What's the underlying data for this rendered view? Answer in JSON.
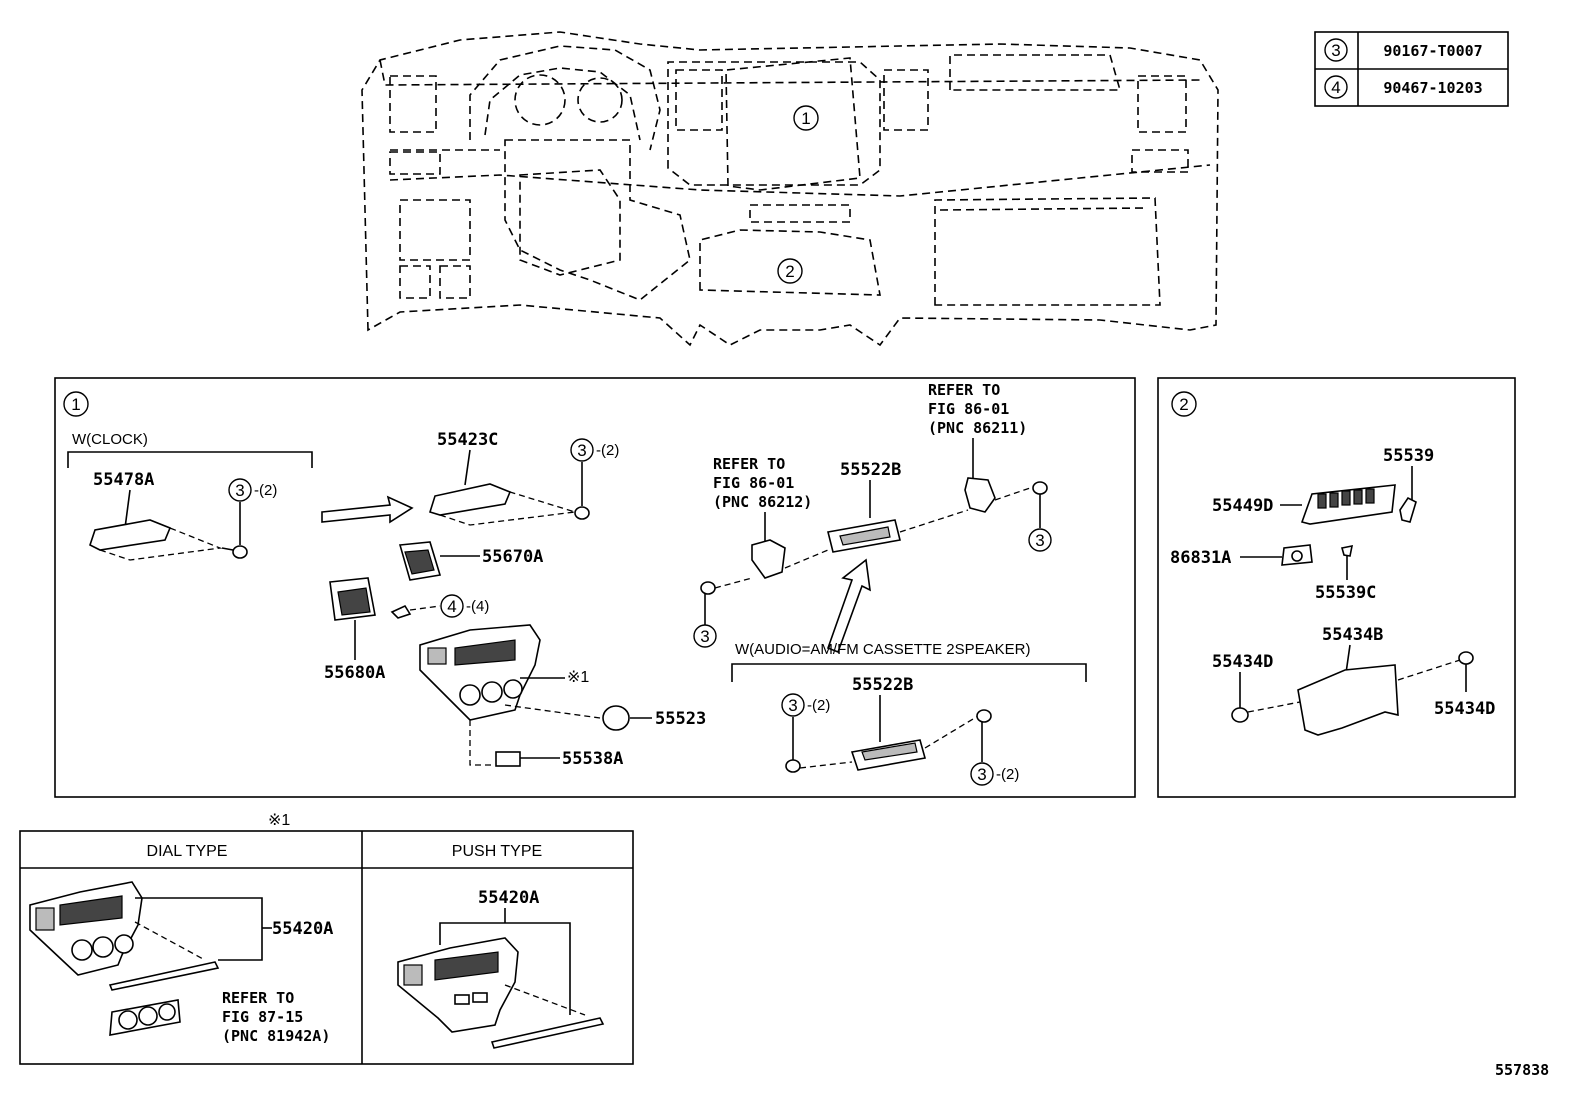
{
  "fastener_table": [
    {
      "ref": "3",
      "part_no": "90167-T0007"
    },
    {
      "ref": "4",
      "part_no": "90467-10203"
    }
  ],
  "overview": {
    "callout_1": "1",
    "callout_2": "2"
  },
  "panel1": {
    "index": "1",
    "clock_caption": "W(CLOCK)",
    "labels": {
      "p55478A": "55478A",
      "p55423C": "55423C",
      "p55670A": "55670A",
      "p55680A": "55680A",
      "p55523": "55523",
      "p55538A": "55538A",
      "p55522B_top": "55522B",
      "p55522B_bottom": "55522B",
      "note_mark": "※1"
    },
    "refer_left": [
      "REFER TO",
      "FIG 86-01",
      "(PNC 86212)"
    ],
    "refer_right": [
      "REFER TO",
      "FIG 86-01",
      "(PNC 86211)"
    ],
    "audio_caption": "W(AUDIO=AM/FM CASSETTE 2SPEAKER)",
    "fastener_marks": {
      "a": {
        "ref": "3",
        "qty": "-(2)"
      },
      "b": {
        "ref": "3",
        "qty": "-(2)"
      },
      "c": {
        "ref": "4",
        "qty": "-(4)"
      },
      "d": {
        "ref": "3",
        "qty": ""
      },
      "e": {
        "ref": "3",
        "qty": ""
      },
      "f": {
        "ref": "3",
        "qty": "-(2)"
      },
      "g": {
        "ref": "3",
        "qty": "-(2)"
      }
    }
  },
  "panel2": {
    "index": "2",
    "labels": {
      "p55539": "55539",
      "p55449D": "55449D",
      "p86831A": "86831A",
      "p55539C": "55539C",
      "p55434B": "55434B",
      "p55434D_left": "55434D",
      "p55434D_right": "55434D"
    }
  },
  "note_table": {
    "mark": "※1",
    "col1_header": "DIAL TYPE",
    "col2_header": "PUSH TYPE",
    "dial_part": "55420A",
    "push_part": "55420A",
    "refer": [
      "REFER TO",
      "FIG 87-15",
      "(PNC 81942A)"
    ]
  },
  "figure_id": "557838"
}
